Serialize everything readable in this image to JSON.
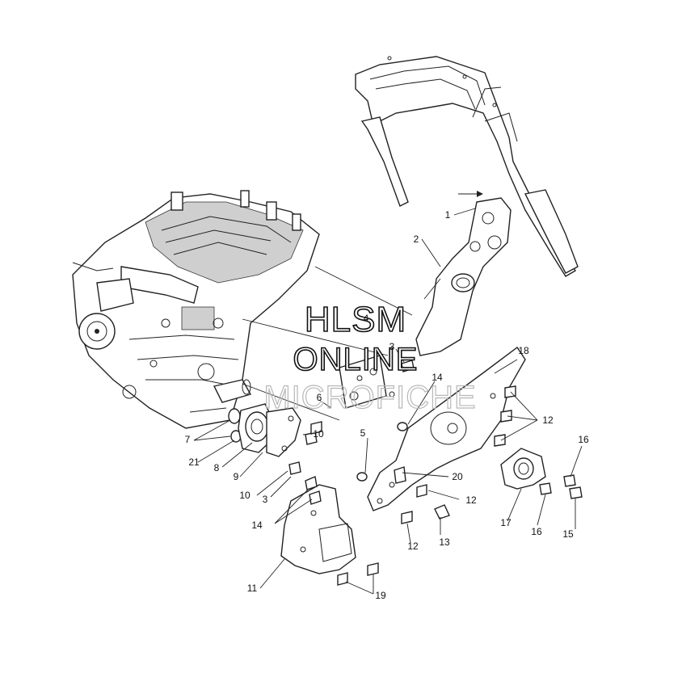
{
  "watermark": {
    "line1": "HLSM",
    "line2": "ONLINE",
    "line3": "MICROFICHE"
  },
  "callouts": [
    {
      "id": "c1",
      "label": "1"
    },
    {
      "id": "c2",
      "label": "2"
    },
    {
      "id": "c3a",
      "label": "3"
    },
    {
      "id": "c3b",
      "label": "3"
    },
    {
      "id": "c4",
      "label": "4"
    },
    {
      "id": "c5",
      "label": "5"
    },
    {
      "id": "c6",
      "label": "6"
    },
    {
      "id": "c7",
      "label": "7"
    },
    {
      "id": "c8",
      "label": "8"
    },
    {
      "id": "c9",
      "label": "9"
    },
    {
      "id": "c10a",
      "label": "10"
    },
    {
      "id": "c10b",
      "label": "10"
    },
    {
      "id": "c11",
      "label": "11"
    },
    {
      "id": "c12a",
      "label": "12"
    },
    {
      "id": "c12b",
      "label": "12"
    },
    {
      "id": "c12c",
      "label": "12"
    },
    {
      "id": "c13",
      "label": "13"
    },
    {
      "id": "c14a",
      "label": "14"
    },
    {
      "id": "c14b",
      "label": "14"
    },
    {
      "id": "c15",
      "label": "15"
    },
    {
      "id": "c16a",
      "label": "16"
    },
    {
      "id": "c16b",
      "label": "16"
    },
    {
      "id": "c17",
      "label": "17"
    },
    {
      "id": "c18",
      "label": "18"
    },
    {
      "id": "c19",
      "label": "19"
    },
    {
      "id": "c20",
      "label": "20"
    },
    {
      "id": "c21",
      "label": "21"
    }
  ]
}
